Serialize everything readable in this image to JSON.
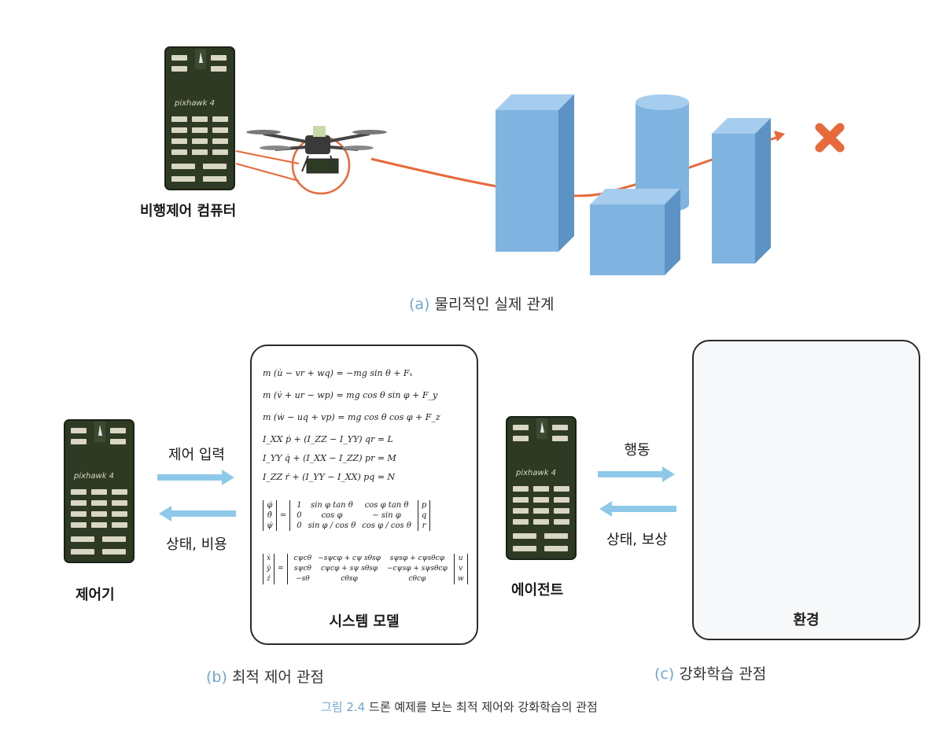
{
  "panel_a": {
    "fc_label": "비행제어 컴퓨터",
    "fc_text": "pixhawk 4",
    "caption_tag": "(a)",
    "caption_text": "물리적인 실제 관계"
  },
  "panel_b": {
    "controller_label": "제어기",
    "controller_fc_text": "pixhawk 4",
    "arrow_out": "제어 입력",
    "arrow_in": "상태, 비용",
    "model_title": "시스템 모델",
    "equations": [
      "m (u̇ − vr + wq) = −mg sin θ + Fₓ",
      "m (v̇ + ur − wp) = mg cos θ sin φ + F_y",
      "m (ẇ − uq + vp) = mg cos θ cos φ + F_z",
      "I_XX ṗ + (I_ZZ − I_YY) qr = L",
      "I_YY q̇ + (I_XX − I_ZZ) pr = M",
      "I_ZZ ṙ + (I_YY − I_XX) pq = N"
    ],
    "caption_tag": "(b)",
    "caption_text": "최적 제어 관점"
  },
  "panel_c": {
    "agent_label": "에이전트",
    "agent_fc_text": "pixhawk 4",
    "arrow_out": "행동",
    "arrow_in": "상태, 보상",
    "env_label": "환경",
    "caption_tag": "(c)",
    "caption_text": "강화학습 관점"
  },
  "figure": {
    "caption_tag": "그림 2.4",
    "caption_text": "드론 예제를 보는 최적 제어와 강화학습의 관점"
  },
  "colors": {
    "arrow_blue": "#8ec9ea",
    "path_orange": "#e8693a",
    "box_blue": "#7fb3e0",
    "board_green": "#2f3a25"
  }
}
